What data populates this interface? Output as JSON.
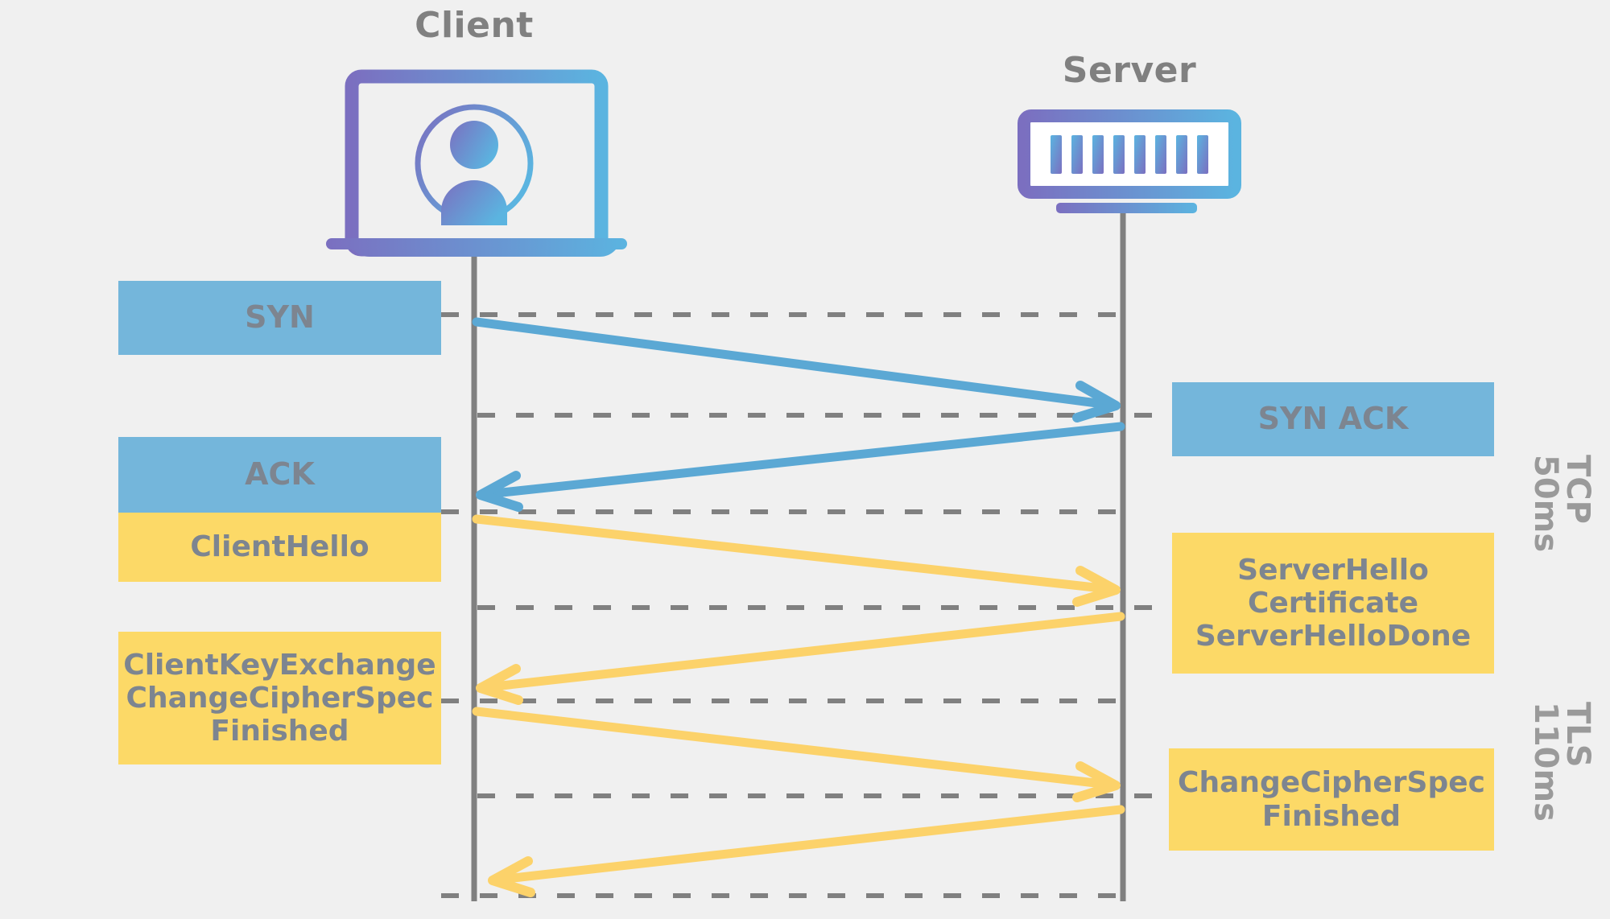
{
  "diagram": {
    "title_client": "Client",
    "title_server": "Server",
    "background_color": "#f0f0f0",
    "colors": {
      "tcp_box": "#74b6db",
      "tls_box": "#fcd967",
      "tcp_arrow": "#5ba8d4",
      "tls_arrow": "#fcd26a",
      "box_text": "#7d8590",
      "title_text": "#808080",
      "lifeline": "#808080",
      "dashed_line": "#808080",
      "icon_gradient_start": "#7b6fc0",
      "icon_gradient_end": "#5bb4e0"
    }
  },
  "actors": [
    {
      "name": "client",
      "label": "Client",
      "icon": "laptop-user-icon"
    },
    {
      "name": "server",
      "label": "Server",
      "icon": "server-rack-icon"
    }
  ],
  "client_messages": [
    {
      "id": "syn",
      "label": "SYN",
      "protocol": "TCP",
      "color": "#74b6db",
      "font_size": 38
    },
    {
      "id": "ack",
      "label": "ACK",
      "protocol": "TCP",
      "color": "#74b6db",
      "font_size": 38
    },
    {
      "id": "client-hello",
      "label": "ClientHello",
      "protocol": "TLS",
      "color": "#fcd967",
      "font_size": 36
    },
    {
      "id": "client-key-exchange",
      "label": "ClientKeyExchange\nChangeCipherSpec\nFinished",
      "protocol": "TLS",
      "color": "#fcd967",
      "font_size": 36
    }
  ],
  "server_messages": [
    {
      "id": "syn-ack",
      "label": "SYN ACK",
      "protocol": "TCP",
      "color": "#74b6db",
      "font_size": 38
    },
    {
      "id": "server-hello",
      "label": "ServerHello\nCertificate\nServerHelloDone",
      "protocol": "TLS",
      "color": "#fcd967",
      "font_size": 36
    },
    {
      "id": "change-cipher-spec",
      "label": "ChangeCipherSpec\nFinished",
      "protocol": "TLS",
      "color": "#fcd967",
      "font_size": 36
    }
  ],
  "phases": [
    {
      "id": "tcp",
      "name": "TCP",
      "duration": "50ms",
      "text": "TCP\n50ms"
    },
    {
      "id": "tls",
      "name": "TLS",
      "duration": "110ms",
      "text": "TLS\n110ms"
    }
  ],
  "arrows": [
    {
      "id": "syn-arrow",
      "from": "client",
      "to": "server",
      "protocol": "TCP",
      "label": "SYN"
    },
    {
      "id": "syn-ack-arrow",
      "from": "server",
      "to": "client",
      "protocol": "TCP",
      "label": "SYN ACK"
    },
    {
      "id": "client-hello-arrow",
      "from": "client",
      "to": "server",
      "protocol": "TLS",
      "label": "ClientHello"
    },
    {
      "id": "server-hello-arrow",
      "from": "server",
      "to": "client",
      "protocol": "TLS",
      "label": "ServerHello"
    },
    {
      "id": "client-key-exchange-arrow",
      "from": "client",
      "to": "server",
      "protocol": "TLS",
      "label": "ClientKeyExchange"
    },
    {
      "id": "server-finished-arrow",
      "from": "server",
      "to": "client",
      "protocol": "TLS",
      "label": "ChangeCipherSpec Finished"
    }
  ]
}
